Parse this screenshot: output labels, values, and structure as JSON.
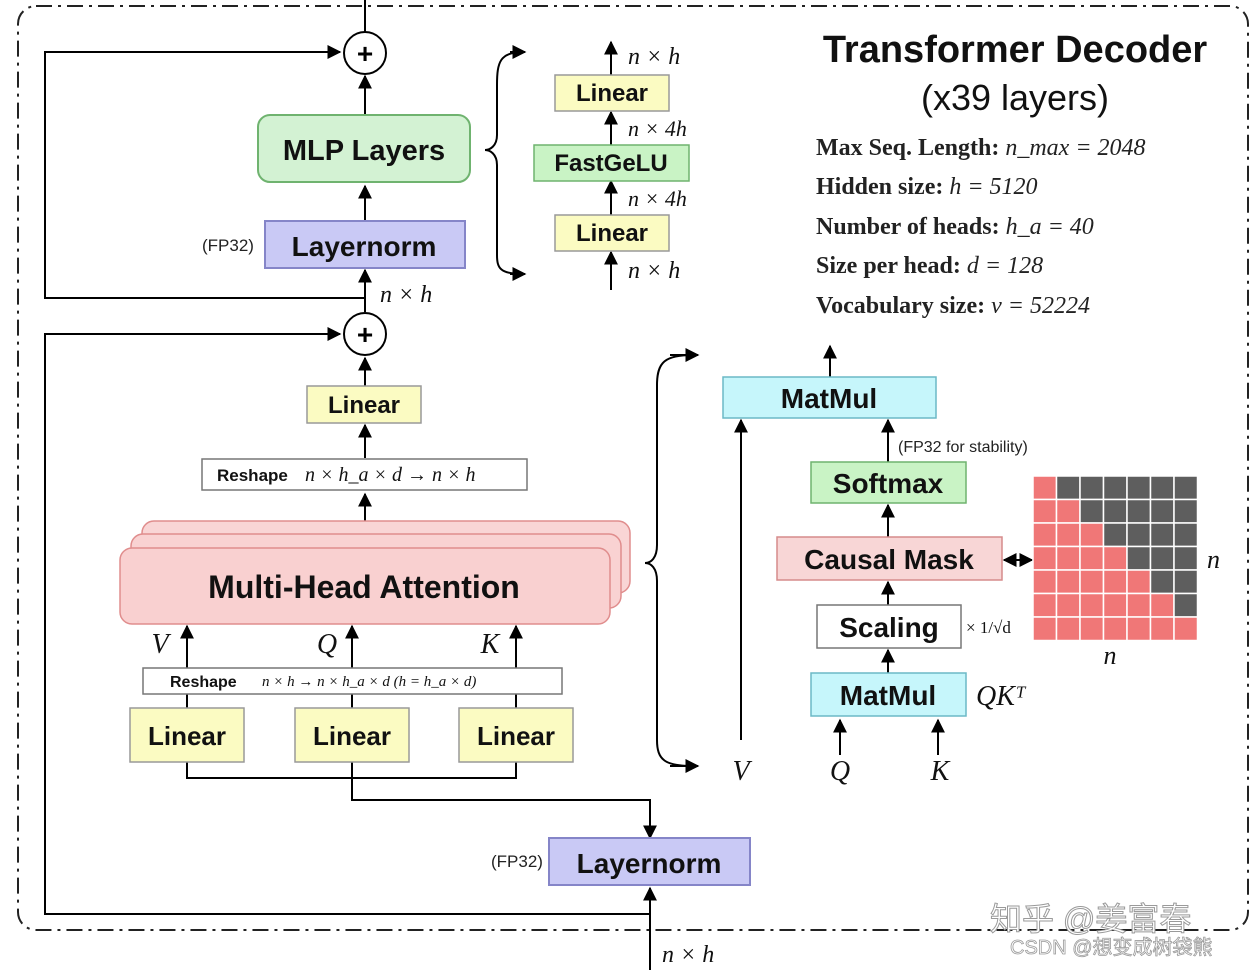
{
  "title": "Transformer Decoder",
  "subtitle": "(x39 layers)",
  "config": [
    {
      "label": "Max Seq. Length:",
      "value": "n_max = 2048"
    },
    {
      "label": "Hidden size:",
      "value": "h = 5120"
    },
    {
      "label": "Number of heads:",
      "value": "h_a = 40"
    },
    {
      "label": "Size per head:",
      "value": "d = 128"
    },
    {
      "label": "Vocabulary size:",
      "value": "v = 52224"
    }
  ],
  "blocks": {
    "mlp_layers": "MLP Layers",
    "layernorm_top": "Layernorm",
    "layernorm_bottom": "Layernorm",
    "fp32_top": "(FP32)",
    "fp32_bottom": "(FP32)",
    "attn_out_linear": "Linear",
    "mha": "Multi-Head Attention",
    "linear_v": "Linear",
    "linear_q": "Linear",
    "linear_k": "Linear",
    "mlp_linear_top": "Linear",
    "mlp_fastgelu": "FastGeLU",
    "mlp_linear_bottom": "Linear",
    "matmul_top": "MatMul",
    "softmax": "Softmax",
    "causal_mask": "Causal Mask",
    "scaling": "Scaling",
    "matmul_bottom": "MatMul"
  },
  "reshape_top": {
    "label": "Reshape",
    "expr": "n × h_a × d → n × h"
  },
  "reshape_bottom": {
    "label": "Reshape",
    "expr": "n × h → n × h_a × d (h = h_a × d)"
  },
  "labels": {
    "n_h_top": "n × h",
    "n_4h_a": "n × 4h",
    "n_4h_b": "n × 4h",
    "n_h_mlp_in": "n × h",
    "n_h_mid": "n × h",
    "n_h_bottom": "n × h",
    "v": "V",
    "q": "Q",
    "k": "K",
    "v_right": "V",
    "q_right": "Q",
    "k_right": "K",
    "fp32_stability": "(FP32 for stability)",
    "scale_factor": "× 1/√d",
    "qkt": "QKᵀ",
    "mask_n_side": "n",
    "mask_n_bottom": "n"
  },
  "watermark": {
    "line1": "知乎 @姜富春",
    "line2": "CSDN @想变成树袋熊"
  },
  "colors": {
    "mlp_green": "#d3f2d3",
    "green_block": "#c9f3c5",
    "layernorm_purple": "#c9c9f5",
    "linear_yellow": "#fbfbc2",
    "mha_pink": "#f9d0d0",
    "matmul_cyan": "#c6f6fb",
    "mask_pink": "#f8d6d6",
    "mask_cell_red": "#f07777",
    "mask_cell_dark": "#5e5e5e"
  }
}
